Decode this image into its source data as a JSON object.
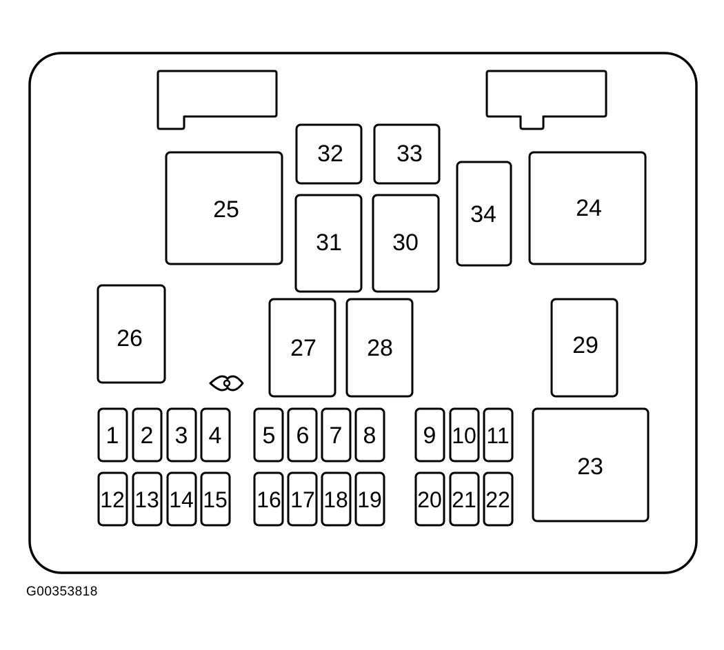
{
  "figure_code": "G00353818",
  "stud_icon": "mounting-stud-icon",
  "connector_icons": [
    "connector-left-icon",
    "connector-right-icon"
  ],
  "slots": {
    "s1": "1",
    "s2": "2",
    "s3": "3",
    "s4": "4",
    "s5": "5",
    "s6": "6",
    "s7": "7",
    "s8": "8",
    "s9": "9",
    "s10": "10",
    "s11": "11",
    "s12": "12",
    "s13": "13",
    "s14": "14",
    "s15": "15",
    "s16": "16",
    "s17": "17",
    "s18": "18",
    "s19": "19",
    "s20": "20",
    "s21": "21",
    "s22": "22",
    "s23": "23",
    "s24": "24",
    "s25": "25",
    "s26": "26",
    "s27": "27",
    "s28": "28",
    "s29": "29",
    "s30": "30",
    "s31": "31",
    "s32": "32",
    "s33": "33",
    "s34": "34"
  }
}
